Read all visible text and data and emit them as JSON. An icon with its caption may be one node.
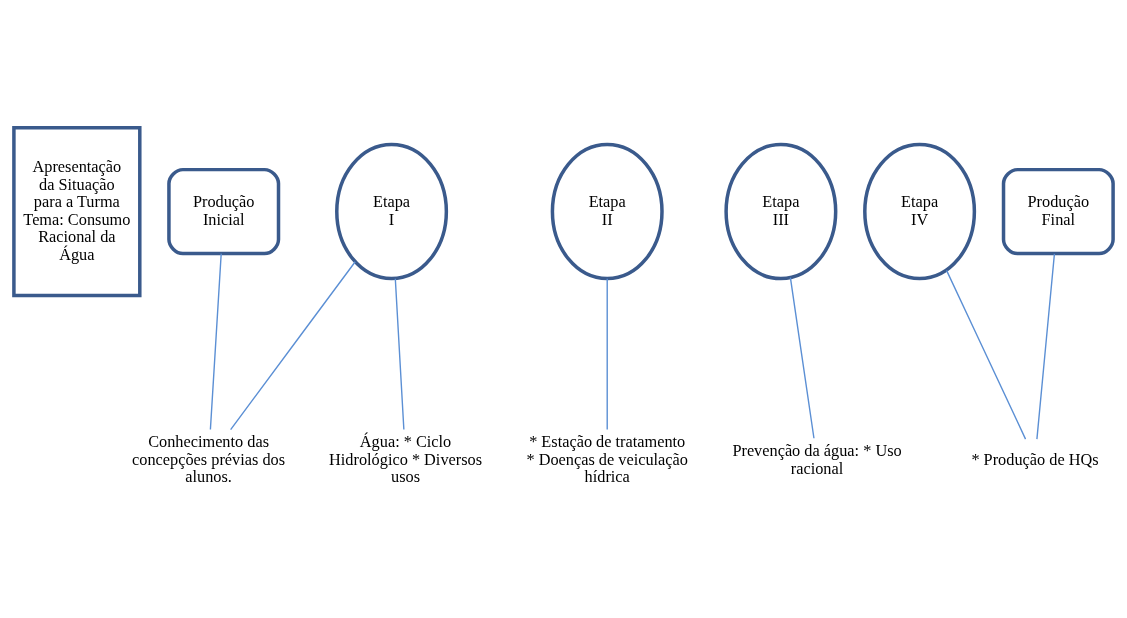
{
  "diagram": {
    "nodes": [
      {
        "text": [
          "Apresentação da Situação para a Turma Tema: Consumo Racional da Água"
        ]
      },
      {
        "text": [
          "Produção Inicial"
        ]
      },
      {
        "text": [
          "Etapa I"
        ]
      },
      {
        "text": [
          "Etapa II"
        ]
      },
      {
        "text": [
          "Etapa III"
        ]
      },
      {
        "text": [
          "Etapa IV"
        ]
      },
      {
        "text": [
          "Produção Final"
        ]
      },
      {
        "text": [
          "Conhecimento das concepções prévias dos alunos."
        ]
      },
      {
        "text": [
          "Água: * Ciclo Hidrológico * Diversos usos"
        ]
      },
      {
        "text": [
          "* Estação de tratamento * Doenças de veiculação hídrica"
        ]
      },
      {
        "text": [
          "Prevenção da água: * Uso racional"
        ]
      },
      {
        "text": [
          "* Produção de HQs"
        ]
      }
    ],
    "edges": [
      {
        "from": 7,
        "to": 1,
        "arrow": "none"
      },
      {
        "from": 7,
        "to": 2,
        "arrow": "none"
      },
      {
        "from": 8,
        "to": 2,
        "arrow": "none"
      },
      {
        "from": 9,
        "to": 3,
        "arrow": "none"
      },
      {
        "from": 10,
        "to": 4,
        "arrow": "none"
      },
      {
        "from": 11,
        "to": 5,
        "arrow": "none"
      },
      {
        "from": 11,
        "to": 6,
        "arrow": "none"
      }
    ]
  }
}
